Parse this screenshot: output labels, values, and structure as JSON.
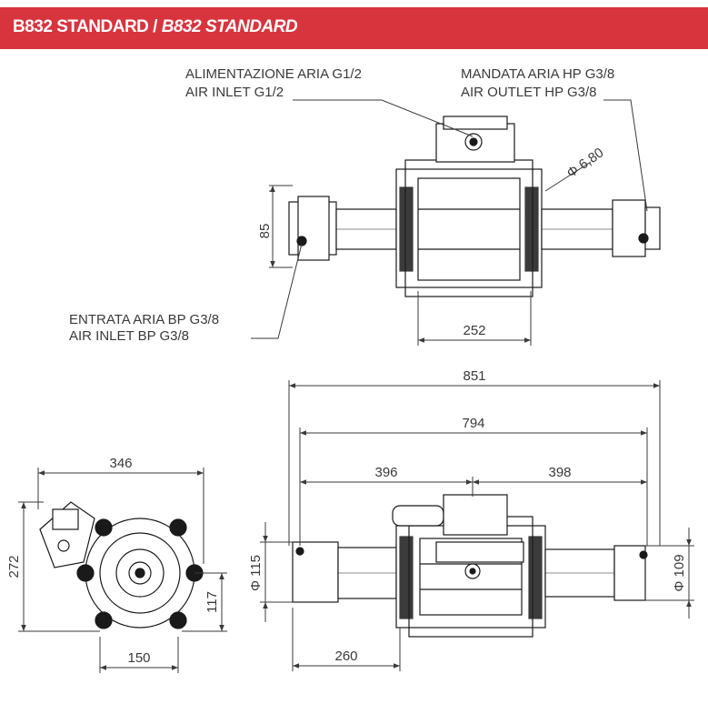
{
  "header": {
    "title": "B832 STANDARD",
    "separator": " / ",
    "title_italic": "B832 STANDARD"
  },
  "top_view": {
    "callouts": {
      "air_supply_it": "ALIMENTAZIONE ARIA G1/2",
      "air_supply_en": "AIR INLET G1/2",
      "air_outlet_it": "MANDATA ARIA HP G3/8",
      "air_outlet_en": "AIR OUTLET HP G3/8",
      "air_inlet_bp_it": "ENTRATA ARIA BP G3/8",
      "air_inlet_bp_en": "AIR INLET BP G3/8"
    },
    "dimensions": {
      "diameter_hole": "Φ 6,80",
      "height": "85",
      "width": "252"
    }
  },
  "side_view": {
    "dimensions": {
      "overall_width": "346",
      "overall_height": "272",
      "center_height": "117",
      "center_offset": "150"
    }
  },
  "front_view": {
    "dimensions": {
      "overall_length": "851",
      "mount_length": "794",
      "left_half": "396",
      "right_half": "398",
      "left_diameter": "Φ 115",
      "right_diameter": "Φ 109",
      "left_offset": "260"
    }
  },
  "colors": {
    "banner": "#d8343d",
    "line": "#1a1a1a",
    "dimension": "#3a3a3a"
  }
}
